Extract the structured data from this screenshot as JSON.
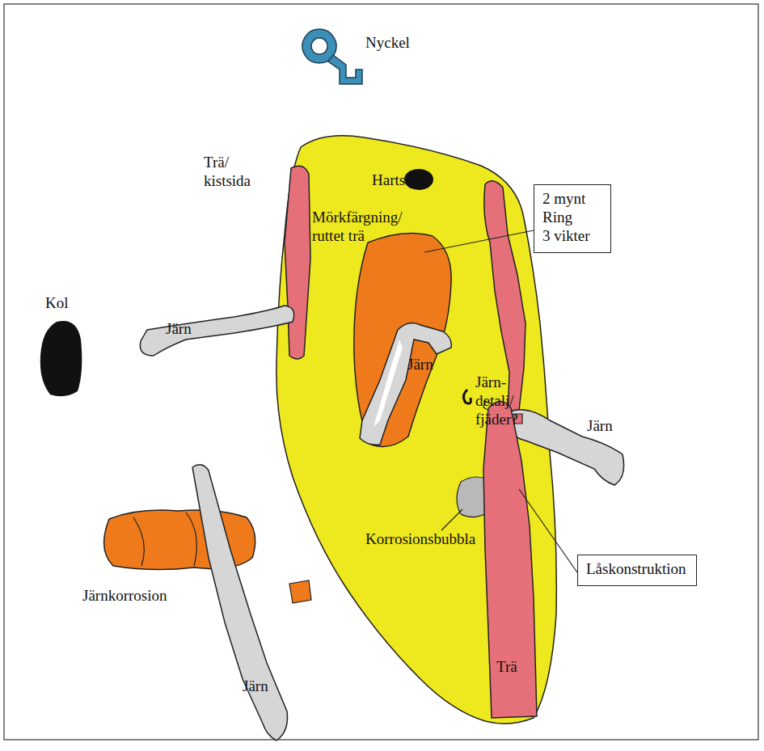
{
  "diagram": {
    "nodes": [
      {
        "text": [
          "2 mynt",
          "Ring",
          "3 vikter"
        ]
      },
      {
        "text": [
          "Låskonstruktion"
        ]
      }
    ],
    "labels": [
      "Nyckel",
      "Harts",
      "Trä/ kistsida",
      "Mörkfärgning/ ruttet trä",
      "Kol",
      "Järn",
      "Järn",
      "Järn- detalj/ fjäder?",
      "Järn",
      "Korrosionsbubbla",
      "Järnkorrosion",
      "Järn",
      "Trä"
    ]
  }
}
